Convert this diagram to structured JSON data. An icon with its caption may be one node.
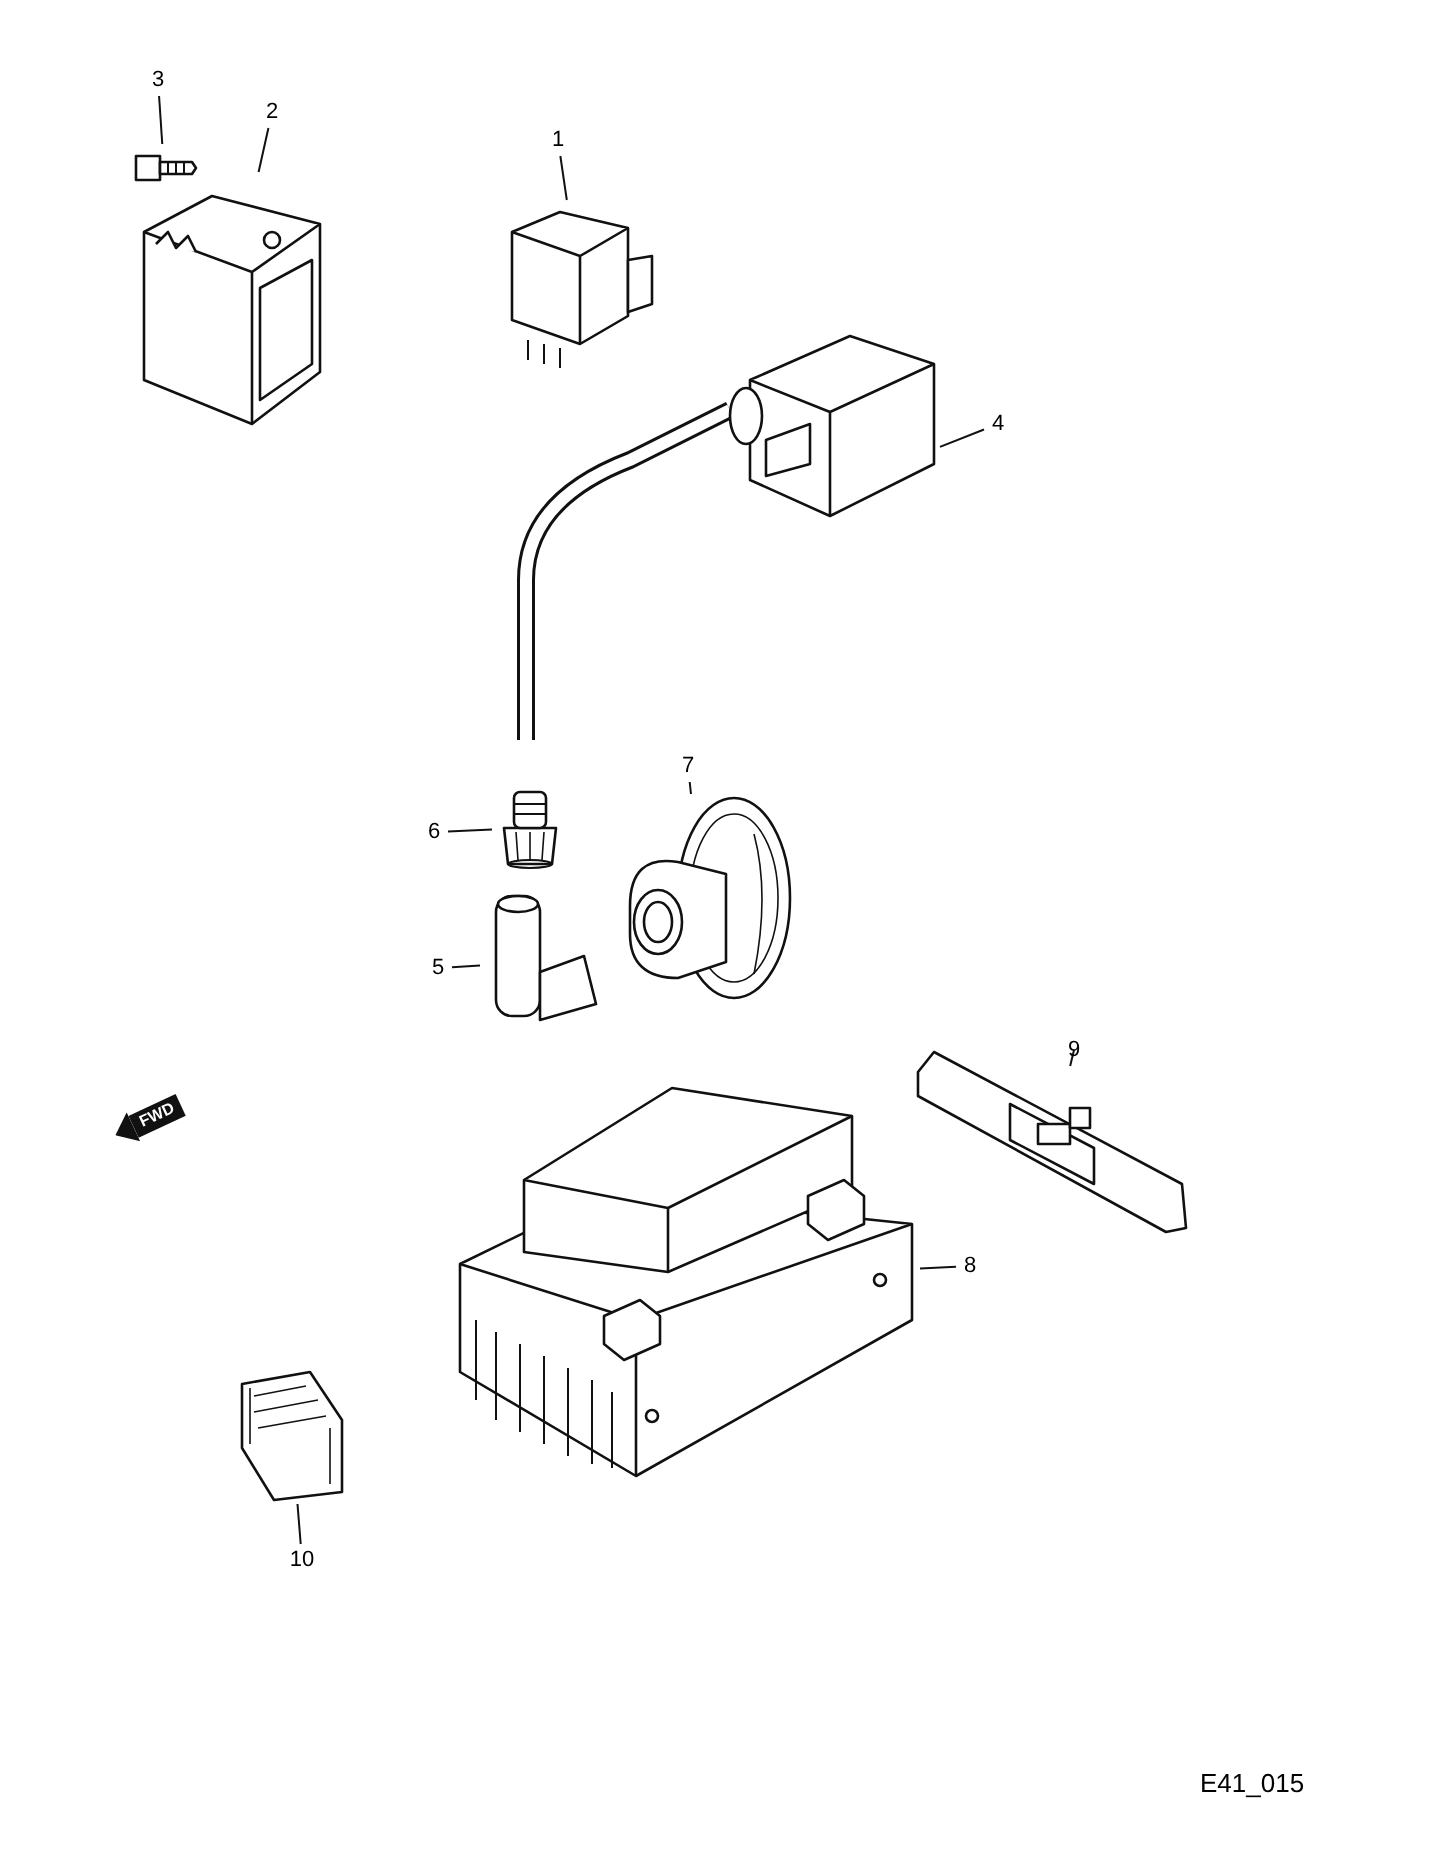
{
  "diagram": {
    "nodes": [
      {
        "text": [
          "3"
        ]
      },
      {
        "text": [],
        "shape": "picture"
      },
      {
        "text": [
          "2"
        ]
      },
      {
        "text": [],
        "shape": "picture"
      },
      {
        "text": [
          "1"
        ]
      },
      {
        "text": [],
        "shape": "picture"
      },
      {
        "text": [
          "4"
        ]
      },
      {
        "text": [],
        "shape": "picture"
      },
      {
        "text": [
          "7"
        ]
      },
      {
        "text": [],
        "shape": "picture"
      },
      {
        "text": [
          "6"
        ]
      },
      {
        "text": [],
        "shape": "picture"
      },
      {
        "text": [
          "5"
        ]
      },
      {
        "text": [],
        "shape": "picture"
      },
      {
        "text": [
          "9"
        ]
      },
      {
        "text": [],
        "shape": "picture"
      },
      {
        "text": [
          "8"
        ]
      },
      {
        "text": [],
        "shape": "picture"
      },
      {
        "text": [
          "10"
        ]
      },
      {
        "text": [],
        "shape": "picture"
      }
    ],
    "edges": [
      {
        "from": 0,
        "to": 1,
        "arrow": "none"
      },
      {
        "from": 2,
        "to": 3,
        "arrow": "none"
      },
      {
        "from": 4,
        "to": 5,
        "arrow": "none"
      },
      {
        "from": 6,
        "to": 7,
        "arrow": "none"
      },
      {
        "from": 8,
        "to": 9,
        "arrow": "none"
      },
      {
        "from": 10,
        "to": 11,
        "arrow": "none"
      },
      {
        "from": 12,
        "to": 13,
        "arrow": "none"
      },
      {
        "from": 14,
        "to": 15,
        "arrow": "none"
      },
      {
        "from": 16,
        "to": 17,
        "arrow": "none"
      },
      {
        "from": 18,
        "to": 19,
        "arrow": "none"
      }
    ],
    "labels": [
      "FWD",
      "E41_015"
    ]
  }
}
